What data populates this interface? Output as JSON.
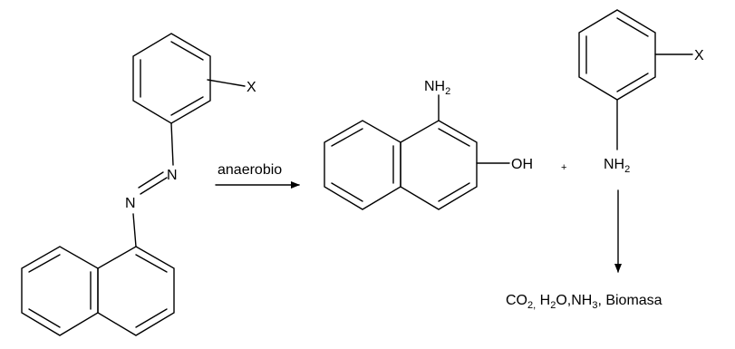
{
  "diagram": {
    "labels": {
      "substituent_x_top": "X",
      "azo_n_upper": "N",
      "azo_n_lower": "N",
      "arrow_condition": "anaerobio",
      "amine_nh": "NH",
      "amine_sub": "2",
      "hydroxyl": "OH",
      "plus": "+",
      "aniline_substituent_x": "X",
      "aniline_nh": "NH",
      "aniline_sub": "2",
      "products_co": "CO",
      "products_co_sub": "2,",
      "products_h": " H",
      "products_h_sub": "2",
      "products_o_nh": "O,NH",
      "products_nh_sub": "3",
      "products_biomass": ", Biomasa"
    }
  }
}
